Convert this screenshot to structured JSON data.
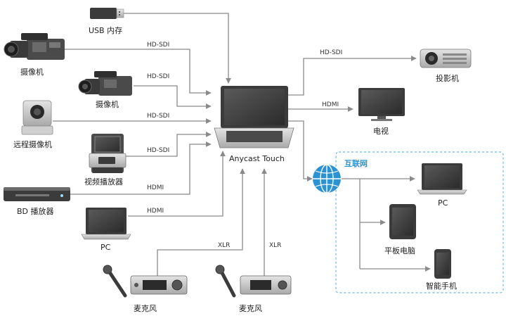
{
  "nodes": {
    "usb": "USB 内存",
    "camcorder1": "摄像机",
    "camcorder2": "摄像机",
    "ptz_camera": "远程摄像机",
    "video_player": "视频播放器",
    "bd_player": "BD 播放器",
    "pc_in": "PC",
    "mic1": "麦克风",
    "mic2": "麦克风",
    "center": "Anycast Touch",
    "projector": "投影机",
    "tv": "电视",
    "internet": "互联网",
    "pc_out": "PC",
    "tablet": "平板电脑",
    "phone": "智能手机"
  },
  "connections": {
    "cam1": "HD-SDI",
    "cam2": "HD-SDI",
    "ptz": "HD-SDI",
    "player": "HD-SDI",
    "bd": "HDMI",
    "pc": "HDMI",
    "mic1": "XLR",
    "mic2": "XLR",
    "projector": "HD-SDI",
    "tv": "HDMI"
  },
  "colors": {
    "line": "#8a8a8a",
    "internet": "#2a93d5",
    "device_dark": "#3b3b3b"
  }
}
